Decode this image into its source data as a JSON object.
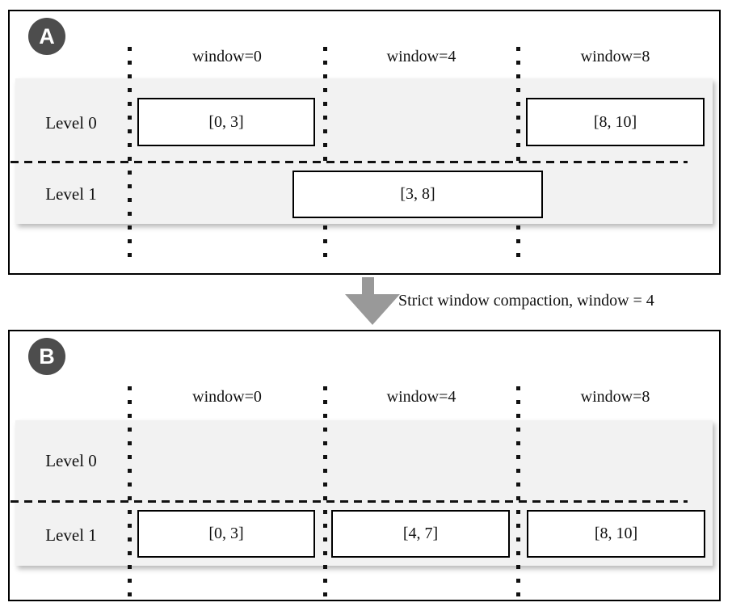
{
  "diagram": {
    "arrow_label": "Strict window compaction, window = 4",
    "panel_a": {
      "badge": "A",
      "columns": [
        "window=0",
        "window=4",
        "window=8"
      ],
      "row_labels": [
        "Level 0",
        "Level 1"
      ],
      "boxes": [
        {
          "label": "[0, 3]",
          "level": "Level 0"
        },
        {
          "label": "[8, 10]",
          "level": "Level 0"
        },
        {
          "label": "[3, 8]",
          "level": "Level 1"
        }
      ]
    },
    "panel_b": {
      "badge": "B",
      "columns": [
        "window=0",
        "window=4",
        "window=8"
      ],
      "row_labels": [
        "Level 0",
        "Level 1"
      ],
      "boxes": [
        {
          "label": "[0, 3]",
          "level": "Level 1"
        },
        {
          "label": "[4, 7]",
          "level": "Level 1"
        },
        {
          "label": "[8, 10]",
          "level": "Level 1"
        }
      ]
    },
    "colors": {
      "badge_bg": "#4d4d4d",
      "row_band_bg": "#f2f2f2",
      "arrow": "#999999",
      "line": "#111111"
    }
  }
}
